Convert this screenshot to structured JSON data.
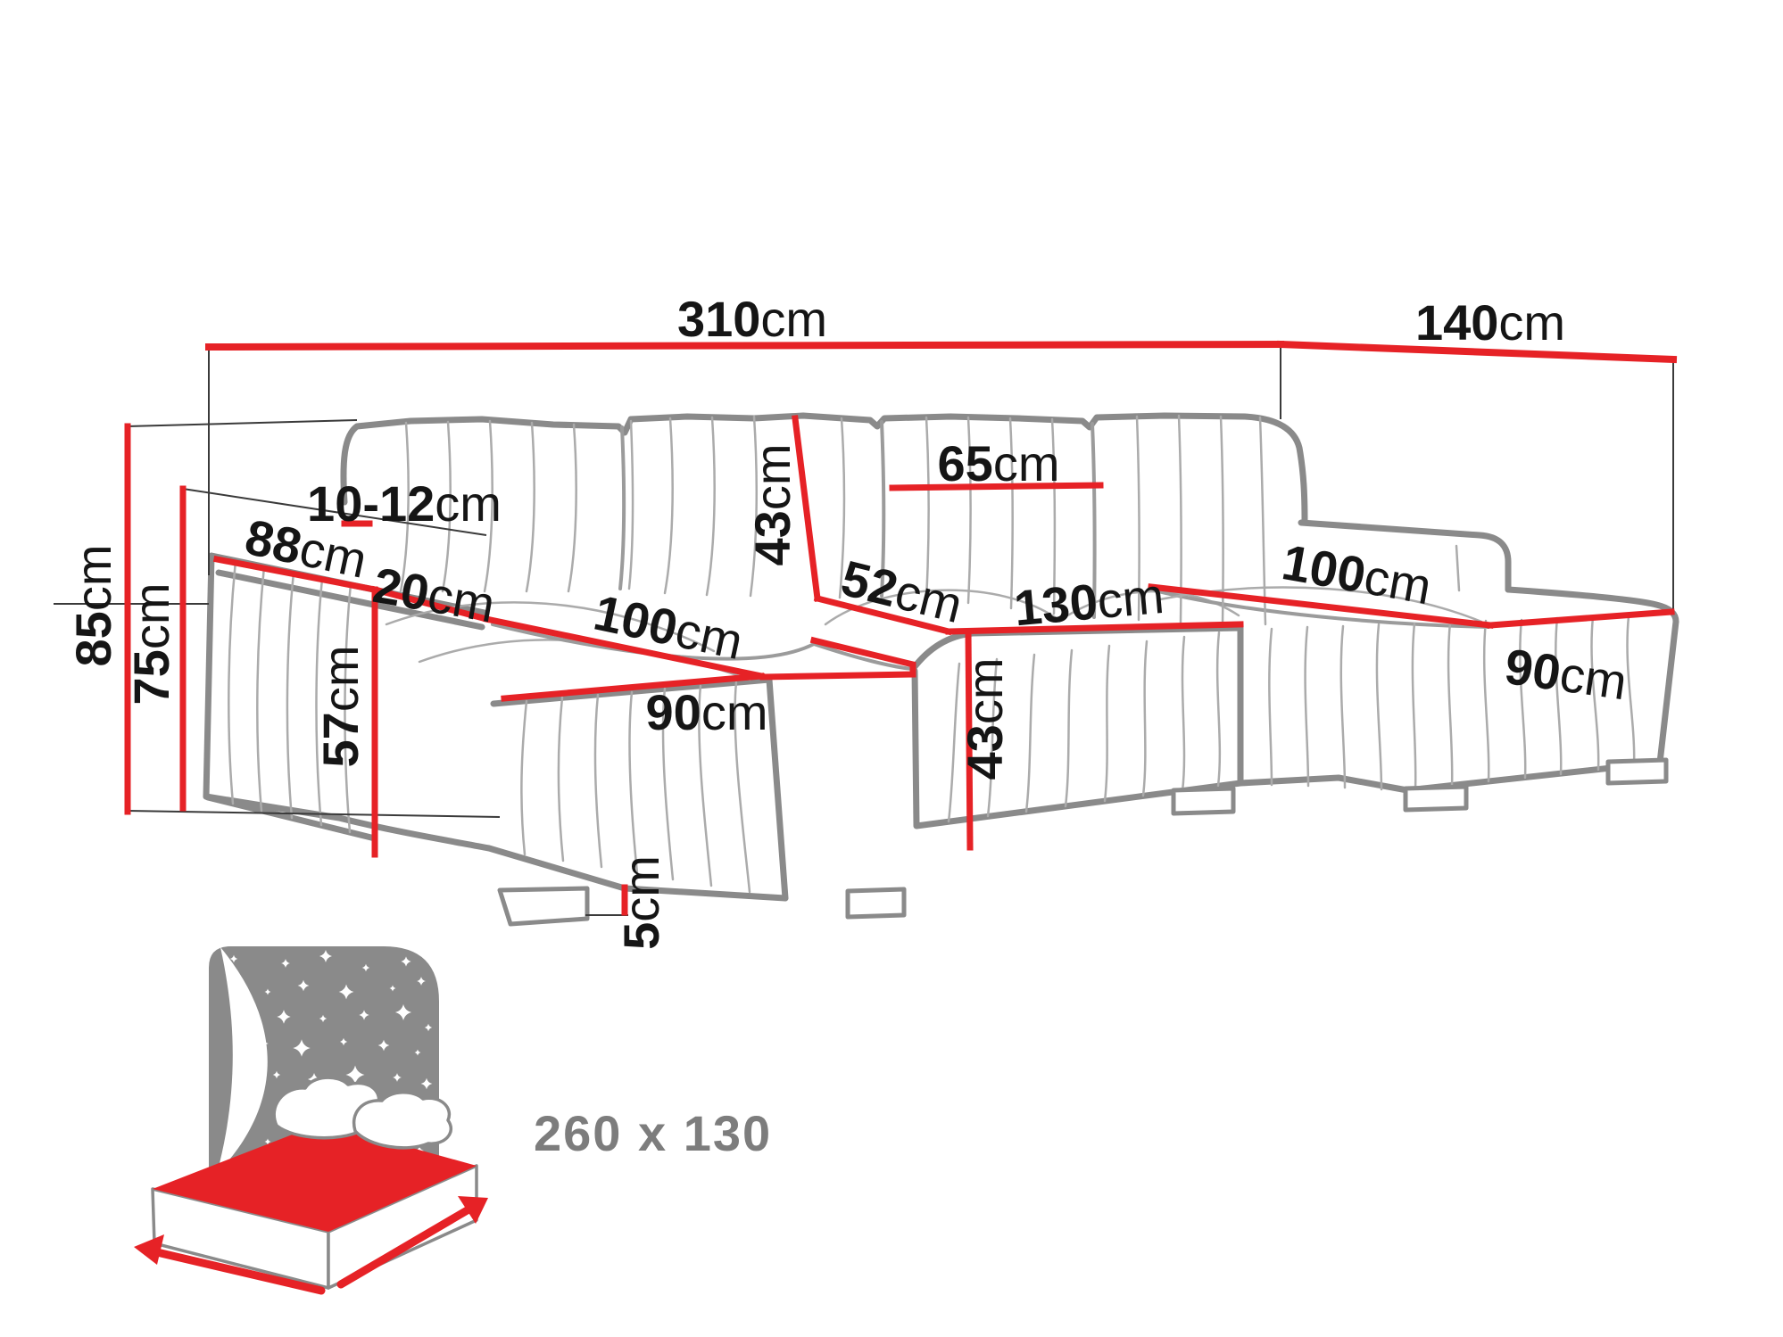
{
  "dims": {
    "total_width": {
      "value": "310",
      "unit": "cm"
    },
    "total_depth": {
      "value": "140",
      "unit": "cm"
    },
    "total_height": {
      "value": "85",
      "unit": "cm"
    },
    "armrest_height": {
      "value": "75",
      "unit": "cm"
    },
    "headrest_gap": {
      "value": "10-12",
      "unit": "cm"
    },
    "armrest_length": {
      "value": "88",
      "unit": "cm"
    },
    "armrest_width": {
      "value": "20",
      "unit": "cm"
    },
    "chaise_seat_height": {
      "value": "57",
      "unit": "cm"
    },
    "chaise_left_length": {
      "value": "100",
      "unit": "cm"
    },
    "chaise_left_width": {
      "value": "90",
      "unit": "cm"
    },
    "leg_height": {
      "value": "5",
      "unit": "cm"
    },
    "backrest_height": {
      "value": "43",
      "unit": "cm"
    },
    "seat_depth": {
      "value": "52",
      "unit": "cm"
    },
    "back_cushion_width": {
      "value": "65",
      "unit": "cm"
    },
    "center_seat_width": {
      "value": "130",
      "unit": "cm"
    },
    "seat_height": {
      "value": "43",
      "unit": "cm"
    },
    "chaise_right_length": {
      "value": "100",
      "unit": "cm"
    },
    "chaise_right_width": {
      "value": "90",
      "unit": "cm"
    }
  },
  "sleeping": {
    "size_label": "260 x 130"
  },
  "colors": {
    "dimension": "#e62226",
    "outline": "#8a8a8a",
    "pleat": "#ababab",
    "guide": "#3a3a3a",
    "label": "#151515",
    "icon-gray": "#8a8a8a",
    "icon-red": "#e62226",
    "sleep-label": "#7d7d7d"
  }
}
